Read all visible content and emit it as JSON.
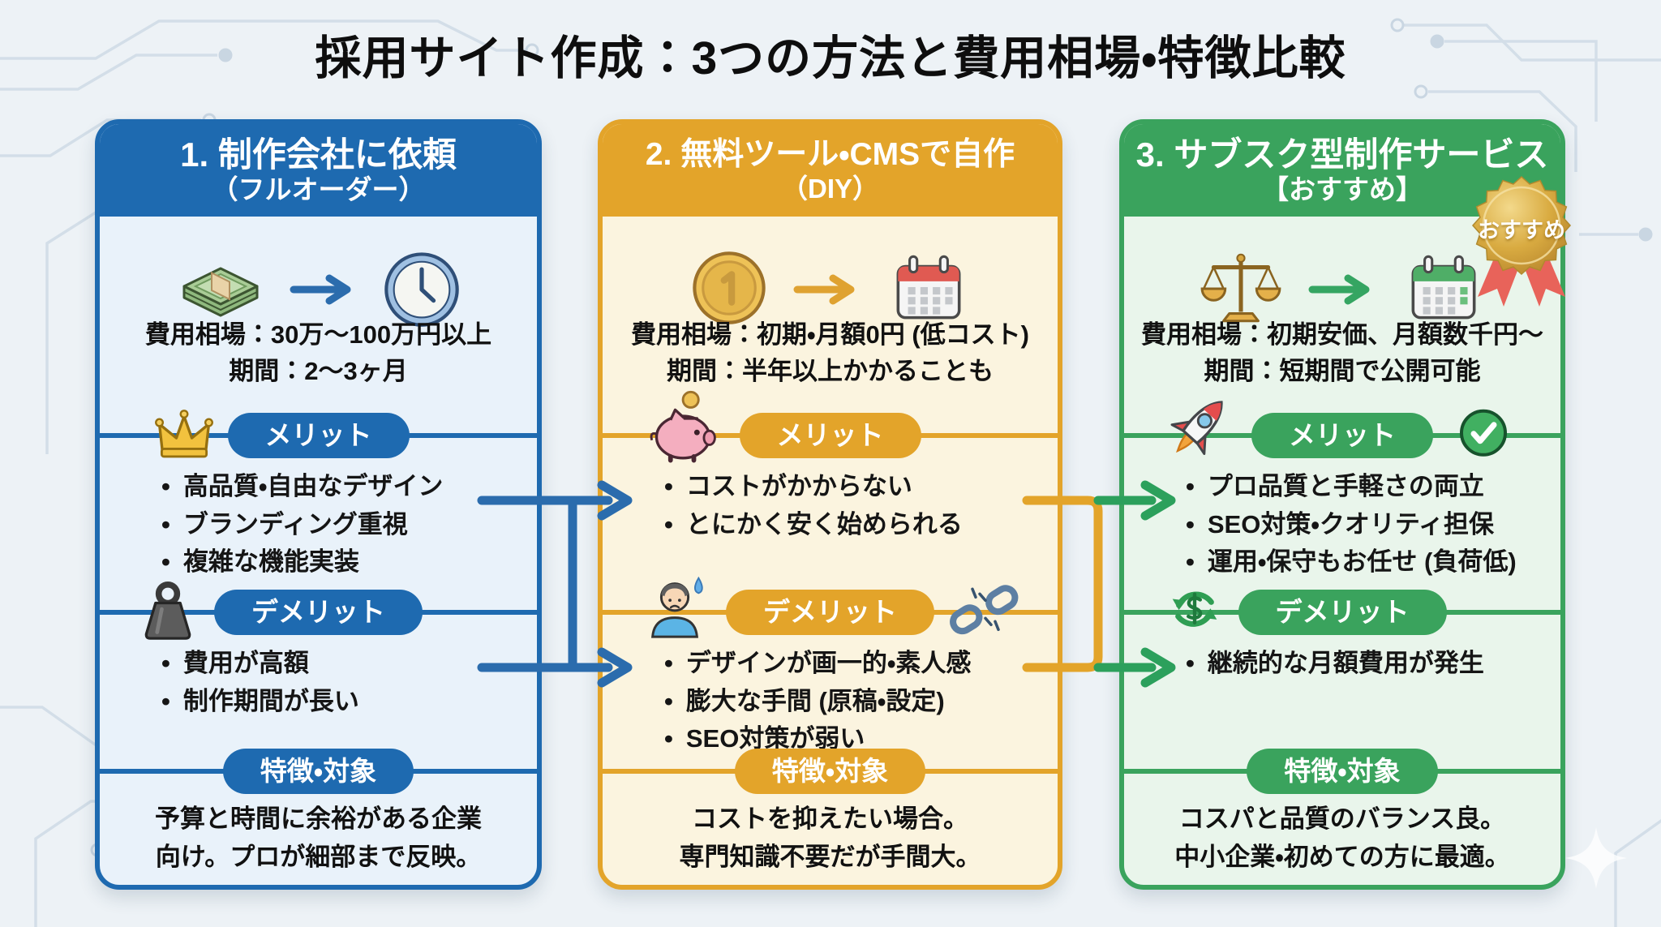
{
  "title": "採用サイト作成：3つの方法と費用相場・特徴比較",
  "badge": {
    "label": "おすすめ"
  },
  "flow_arrows": {
    "col1_to_col2_color": "#2b6cad",
    "col2_bracket_color": "#e3a42a",
    "col2_to_col3_color": "#2ca05c"
  },
  "columns": [
    {
      "accent": "#1e6ab0",
      "body_bg": "#e9f2fa",
      "title_line1": "1. 制作会社に依頼",
      "title_line2": "（フルオーダー）",
      "icon_from": "money-stack-icon",
      "icon_to": "clock-icon",
      "cost_line1": "費用相場：30万〜100万円以上",
      "cost_line2": "期間：2〜3ヶ月",
      "merit_label": "メリット",
      "merit_icon": "crown-icon",
      "merits": [
        "高品質・自由なデザイン",
        "ブランディング重視",
        "複雑な機能実装"
      ],
      "demerit_label": "デメリット",
      "demerit_icon": "weight-icon",
      "demerits": [
        "費用が高額",
        "制作期間が長い"
      ],
      "features_label": "特徴・対象",
      "features_line1": "予算と時間に余裕がある企業",
      "features_line2": "向け。プロが細部まで反映。"
    },
    {
      "accent": "#e3a42a",
      "body_bg": "#fbf4df",
      "title_line1": "2. 無料ツール・CMSで自作",
      "title_line2": "（DIY）",
      "icon_from": "coin-icon",
      "icon_to": "calendar-red-icon",
      "cost_line1": "費用相場：初期・月額0円 (低コスト)",
      "cost_line2": "期間：半年以上かかることも",
      "merit_label": "メリット",
      "merit_icon": "piggy-bank-icon",
      "merits": [
        "コストがかからない",
        "とにかく安く始められる"
      ],
      "demerit_label": "デメリット",
      "demerit_icon": "person-sweat-icon",
      "demerit_icon_right": "broken-chain-icon",
      "demerits": [
        "デザインが画一的・素人感",
        "膨大な手間 (原稿・設定)",
        "SEO対策が弱い"
      ],
      "features_label": "特徴・対象",
      "features_line1": "コストを抑えたい場合。",
      "features_line2": "専門知識不要だが手間大。"
    },
    {
      "accent": "#3aa35d",
      "body_bg": "#e9f5eb",
      "title_line1": "3. サブスク型制作サービス",
      "title_line2": "【おすすめ】",
      "icon_from": "balance-scale-icon",
      "icon_to": "calendar-green-icon",
      "cost_line1": "費用相場：初期安価、月額数千円〜",
      "cost_line2": "期間：短期間で公開可能",
      "merit_label": "メリット",
      "merit_icon": "rocket-icon",
      "merit_icon_right": "check-circle-icon",
      "merits": [
        "プロ品質と手軽さの両立",
        "SEO対策・クオリティ担保",
        "運用・保守もお任せ (負荷低)"
      ],
      "demerit_label": "デメリット",
      "demerit_icon": "recycle-dollar-icon",
      "demerits": [
        "継続的な月額費用が発生"
      ],
      "features_label": "特徴・対象",
      "features_line1": "コスパと品質のバランス良。",
      "features_line2": "中小企業・初めての方に最適。"
    }
  ]
}
